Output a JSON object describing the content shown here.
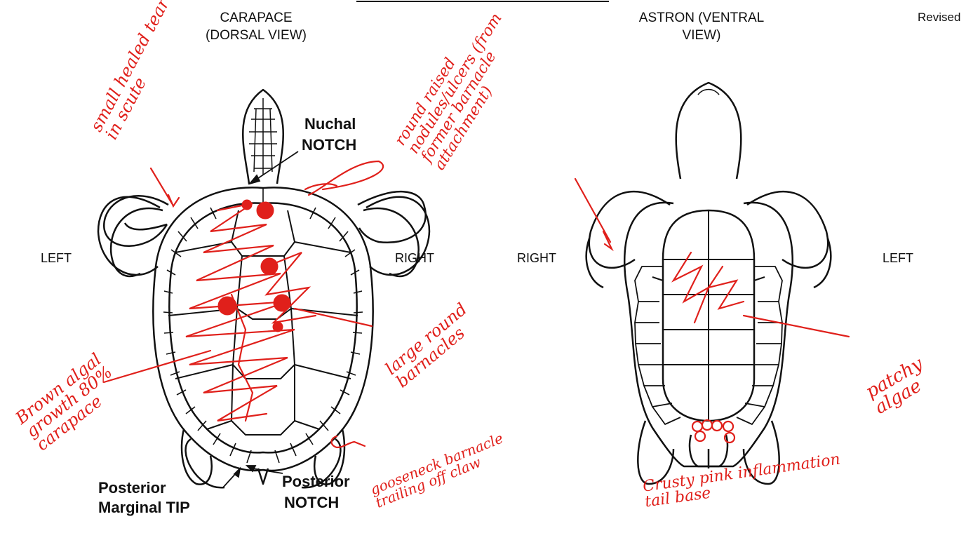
{
  "labels": {
    "carapace_title_1": "CARAPACE",
    "carapace_title_2": "(DORSAL VIEW)",
    "astron_title_1": "ASTRON (VENTRAL",
    "astron_title_2": "VIEW)",
    "revised": "Revised",
    "left_1": "LEFT",
    "right_1": "RIGHT",
    "right_2": "RIGHT",
    "left_2": "LEFT",
    "nuchal_1": "Nuchal",
    "nuchal_2": "NOTCH",
    "posterior_tip_1": "Posterior",
    "posterior_tip_2": "Marginal TIP",
    "posterior_notch_1": "Posterior",
    "posterior_notch_2": "NOTCH"
  },
  "annotations": {
    "small_healed": "small healed tear in scute",
    "raised_nodules": "round raised nodules/ulcers (from former barnacle attachment)",
    "large_barnacles": "large round barnacles",
    "brown_algae": "Brown algal growth 80% carapace",
    "gooseneck": "gooseneck barnacle trailing off claw",
    "patchy_algae": "patchy algae",
    "crusty_pink": "Crusty pink inflammation tail base"
  },
  "colors": {
    "annotation": "#e0201b",
    "ink": "#111111",
    "background": "#ffffff"
  }
}
